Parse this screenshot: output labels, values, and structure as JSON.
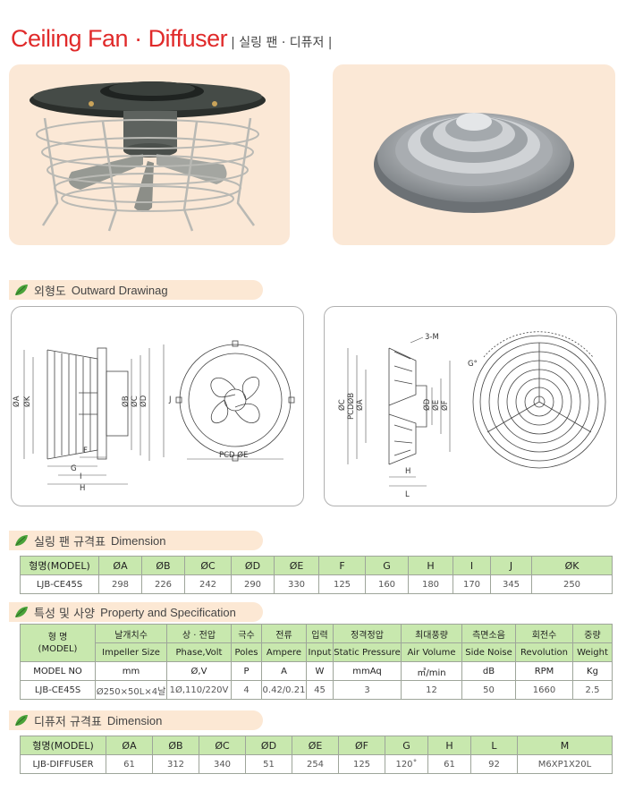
{
  "header": {
    "title": "Ceiling Fan · Diffuser",
    "subtitle": "| 실링 팬  · 디퓨저 |"
  },
  "photos": {
    "left_alt": "Ceiling Fan",
    "right_alt": "Diffuser"
  },
  "section_outward": {
    "ko": "외형도",
    "en": "Outward Drawinag"
  },
  "drawing_fan": {
    "labels": [
      "ØA",
      "ØK",
      "ØB",
      "ØC",
      "ØD",
      "F",
      "G",
      "I",
      "H",
      "J",
      "PCD ØE"
    ]
  },
  "drawing_diffuser": {
    "labels": [
      "3-M",
      "ØC",
      "PCDØB",
      "ØA",
      "ØD",
      "ØE",
      "ØF",
      "H",
      "L",
      "G°"
    ]
  },
  "section_dim1": {
    "ko": "실링 팬 규격표",
    "en": "Dimension"
  },
  "table1": {
    "headers": [
      "형명(MODEL)",
      "ØA",
      "ØB",
      "ØC",
      "ØD",
      "ØE",
      "F",
      "G",
      "H",
      "I",
      "J",
      "ØK"
    ],
    "rows": [
      [
        "LJB-CE45S",
        "298",
        "226",
        "242",
        "290",
        "330",
        "125",
        "160",
        "180",
        "170",
        "345",
        "250"
      ]
    ]
  },
  "section_spec": {
    "ko": "특성 및 사양",
    "en": "Property and Specification"
  },
  "table2": {
    "model_head": "형    명\n(MODEL)",
    "headers_ko": [
      "날개치수",
      "상 · 전압",
      "극수",
      "전류",
      "입력",
      "정격정압",
      "최대풍량",
      "측면소음",
      "회전수",
      "중량"
    ],
    "headers_en": [
      "Impeller Size",
      "Phase,Volt",
      "Poles",
      "Ampere",
      "Input",
      "Static Pressure",
      "Air Volume",
      "Side Noise",
      "Revolution",
      "Weight"
    ],
    "unit_label": "MODEL NO",
    "units": [
      "mm",
      "Ø,V",
      "P",
      "A",
      "W",
      "mmAq",
      "㎥/min",
      "dB",
      "RPM",
      "Kg"
    ],
    "rows": [
      [
        "LJB-CE45S",
        "Ø250×50L×4날",
        "1Ø,110/220V",
        "4",
        "0.42/0.21",
        "45",
        "3",
        "12",
        "50",
        "1660",
        "2.5"
      ]
    ]
  },
  "section_dim2": {
    "ko": "디퓨저 규격표",
    "en": "Dimension"
  },
  "table3": {
    "headers": [
      "형명(MODEL)",
      "ØA",
      "ØB",
      "ØC",
      "ØD",
      "ØE",
      "ØF",
      "G",
      "H",
      "L",
      "M"
    ],
    "rows": [
      [
        "LJB-DIFFUSER",
        "61",
        "312",
        "340",
        "51",
        "254",
        "125",
        "120˚",
        "61",
        "92",
        "M6XP1X20L"
      ]
    ]
  }
}
